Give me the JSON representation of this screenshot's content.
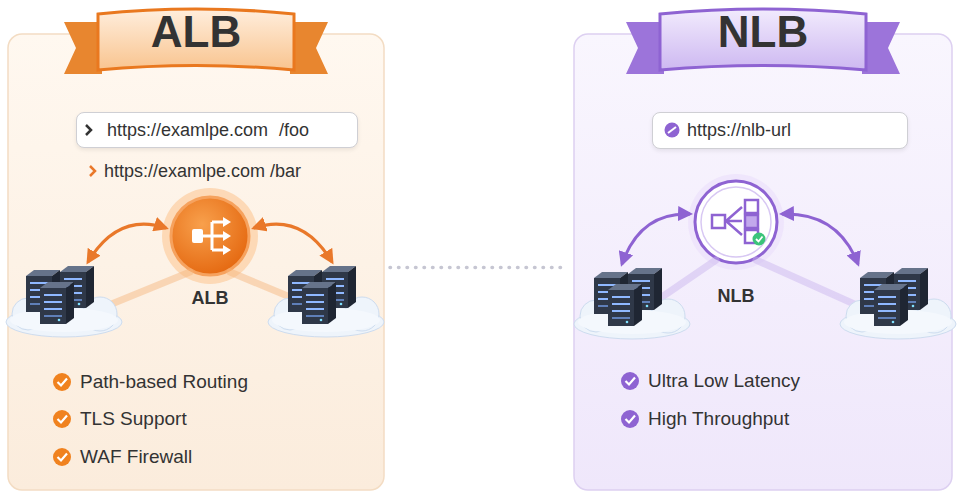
{
  "diagram": {
    "nodes": [
      {
        "text": [
          "ALB"
        ]
      },
      {
        "text": [
          "https://examlpe.com /foo"
        ],
        "in": 0
      },
      {
        "text": [
          "ALB"
        ],
        "in": 0
      },
      {
        "text": [
          "NLB"
        ]
      },
      {
        "text": [
          "https://nlb-url"
        ],
        "in": 3
      },
      {
        "text": [
          "NLB"
        ],
        "in": 3
      }
    ],
    "edges": [
      {
        "from": 0,
        "to": 3,
        "arrow": "none"
      }
    ],
    "labels": [
      "https://examlpe.com /bar",
      "Path-based Routing",
      "TLS Support",
      "WAF Firewall",
      "Ultra Low Latency",
      "High Throughput"
    ]
  }
}
